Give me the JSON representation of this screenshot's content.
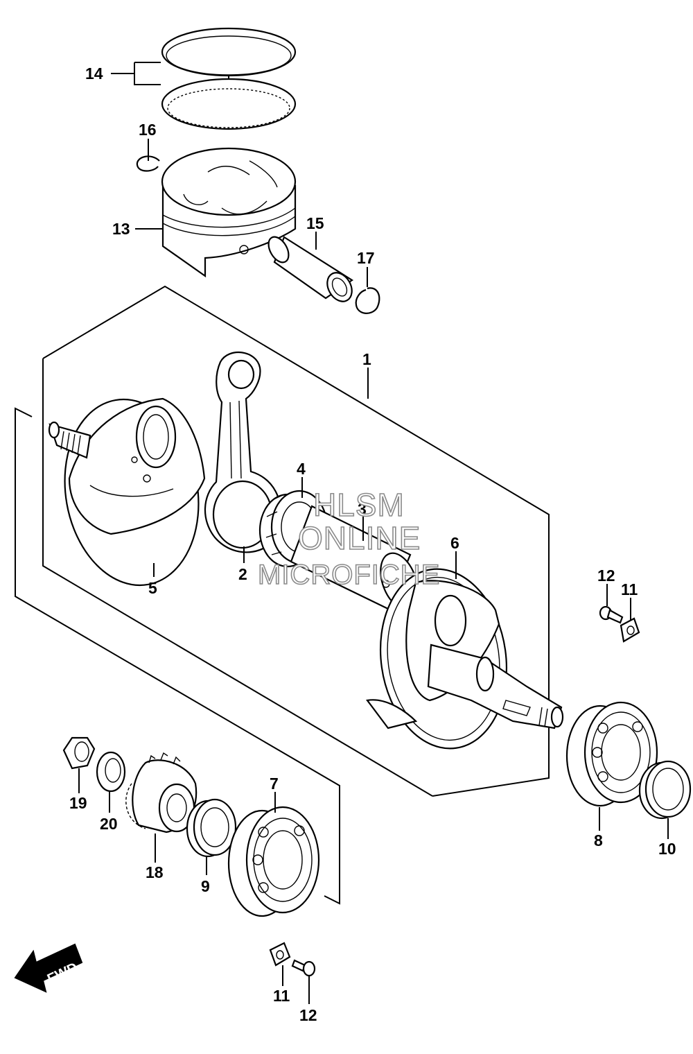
{
  "callouts": {
    "p1": "1",
    "p2": "2",
    "p3": "3",
    "p4": "4",
    "p5": "5",
    "p6": "6",
    "p7": "7",
    "p8": "8",
    "p9": "9",
    "p10": "10",
    "p11a": "11",
    "p11b": "11",
    "p12a": "12",
    "p12b": "12",
    "p13": "13",
    "p14": "14",
    "p15": "15",
    "p16": "16",
    "p17": "17",
    "p18": "18",
    "p19": "19",
    "p20": "20"
  },
  "watermark": {
    "line1": "HLSM",
    "line2": "ONLINE",
    "line3": "MICROFICHE"
  },
  "fwd_arrow": {
    "label": "FWD"
  }
}
